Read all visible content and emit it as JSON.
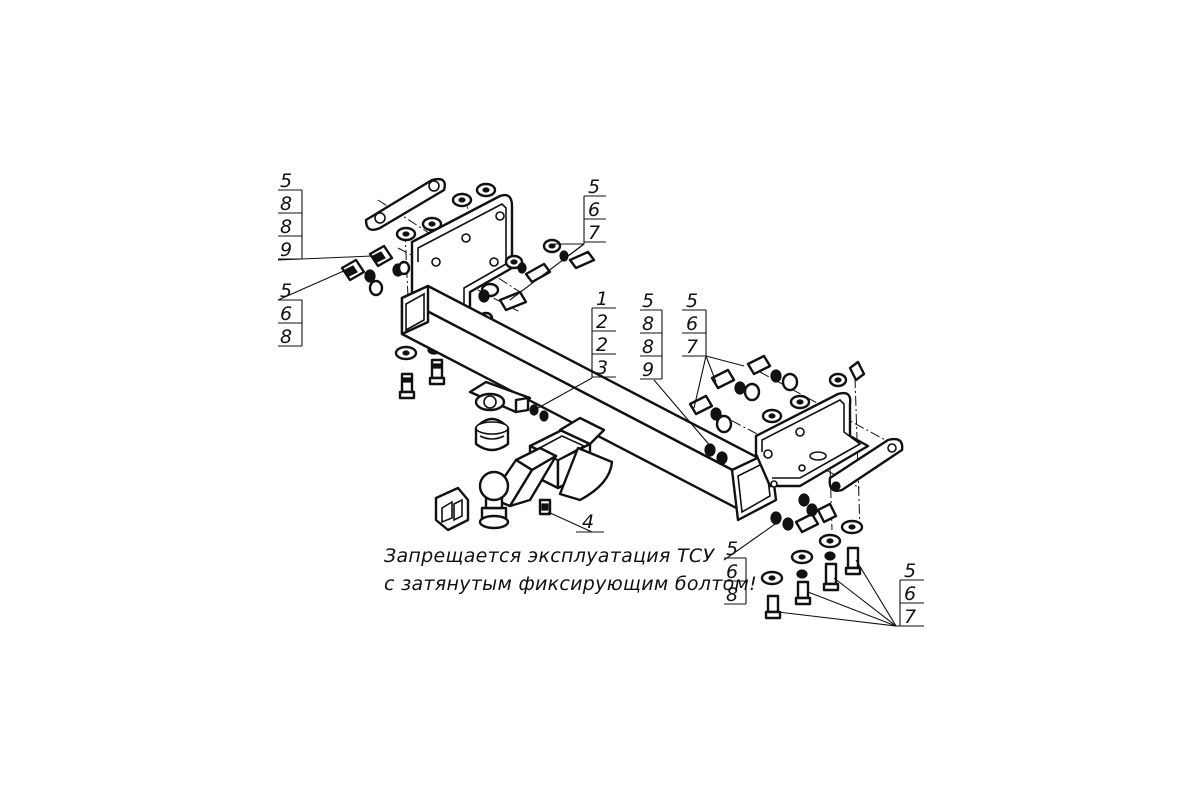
{
  "warning": {
    "line1": "Запрещается эксплуатация ТСУ",
    "line2": "с затянутым фиксирующим болтом!"
  },
  "callouts": {
    "upper_left_a": [
      "5",
      "8",
      "8",
      "9"
    ],
    "upper_left_b": [
      "5",
      "6",
      "8"
    ],
    "upper_mid": [
      "5",
      "6",
      "7"
    ],
    "center": [
      "1",
      "2",
      "2",
      "3"
    ],
    "right_a": [
      "5",
      "8",
      "8",
      "9"
    ],
    "right_b": [
      "5",
      "6",
      "7"
    ],
    "ball_bolt": [
      "4"
    ],
    "lower_mid": [
      "5",
      "6",
      "8"
    ],
    "lower_right": [
      "5",
      "6",
      "7"
    ]
  }
}
